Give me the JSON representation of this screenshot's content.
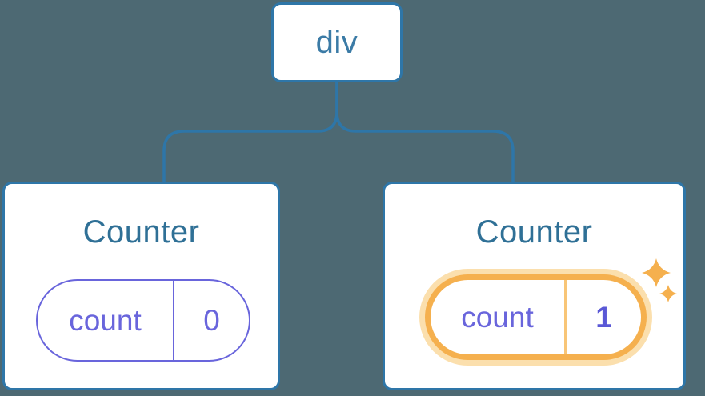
{
  "diagram": {
    "description": "React component tree diagram: a div root with two Counter children; second Counter's count state was just updated",
    "root": {
      "label": "div"
    },
    "children": [
      {
        "title": "Counter",
        "state": {
          "key": "count",
          "value": "0"
        },
        "highlighted": false
      },
      {
        "title": "Counter",
        "state": {
          "key": "count",
          "value": "1"
        },
        "highlighted": true
      }
    ]
  },
  "icons": {
    "sparkles": "two four-pointed sparkle stars marking updated state"
  },
  "colors": {
    "background": "#4d6973",
    "node_border": "#2e76a8",
    "node_text": "#3b7ba6",
    "title_text": "#2f7096",
    "state_purple": "#6965dc",
    "state_value_bold": "#5a58d6",
    "highlight_orange": "#f5b04e",
    "highlight_glow": "#fbdfad",
    "highlight_divider": "#f8c577"
  }
}
